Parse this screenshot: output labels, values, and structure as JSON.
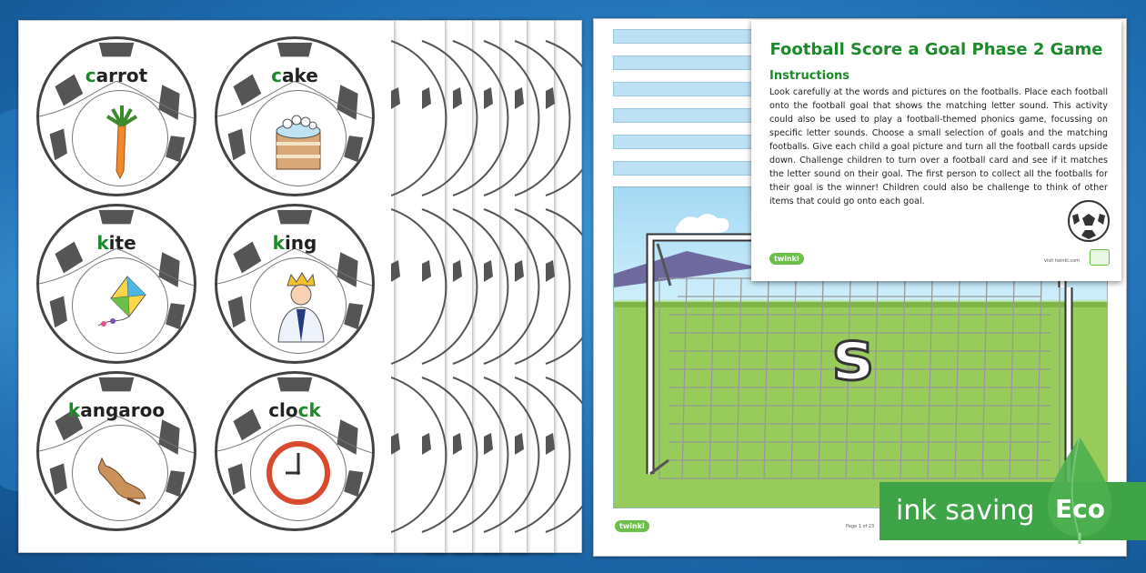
{
  "cards": [
    {
      "prefix": "",
      "letter": "c",
      "suffix": "arrot",
      "icon": "carrot-icon"
    },
    {
      "prefix": "",
      "letter": "c",
      "suffix": "ake",
      "icon": "cake-icon"
    },
    {
      "prefix": "",
      "letter": "k",
      "suffix": "ite",
      "icon": "kite-icon"
    },
    {
      "prefix": "",
      "letter": "k",
      "suffix": "ing",
      "icon": "king-icon"
    },
    {
      "prefix": "",
      "letter": "k",
      "suffix": "angaroo",
      "icon": "kangaroo-icon"
    },
    {
      "prefix": "clo",
      "letter": "ck",
      "suffix": "",
      "icon": "clock-icon"
    }
  ],
  "instructions": {
    "title": "Football Score a Goal Phase 2 Game",
    "heading": "Instructions",
    "body": "Look carefully at the words and pictures on the footballs. Place each football onto the football goal that shows the matching letter sound. This activity could also be used to play a football-themed phonics game, focussing on specific letter sounds. Choose a small selection of goals and the matching footballs. Give each child a goal picture and turn all the football cards upside down. Challenge children to turn over a football card and see if it matches the letter sound on their goal. The first person to collect all the footballs for their goal is the winner! Children could also be challenge to think of other items that could go onto each goal.",
    "brand": "twinkl",
    "site": "visit twinkl.com"
  },
  "goal": {
    "letter": "s",
    "page": "Page 1 of 23",
    "brand": "twinkl"
  },
  "badge": {
    "label": "ink saving",
    "eco": "Eco"
  },
  "colors": {
    "green": "#1c8a2b",
    "eco": "#3ea447",
    "bg": "#1f6fb3"
  }
}
